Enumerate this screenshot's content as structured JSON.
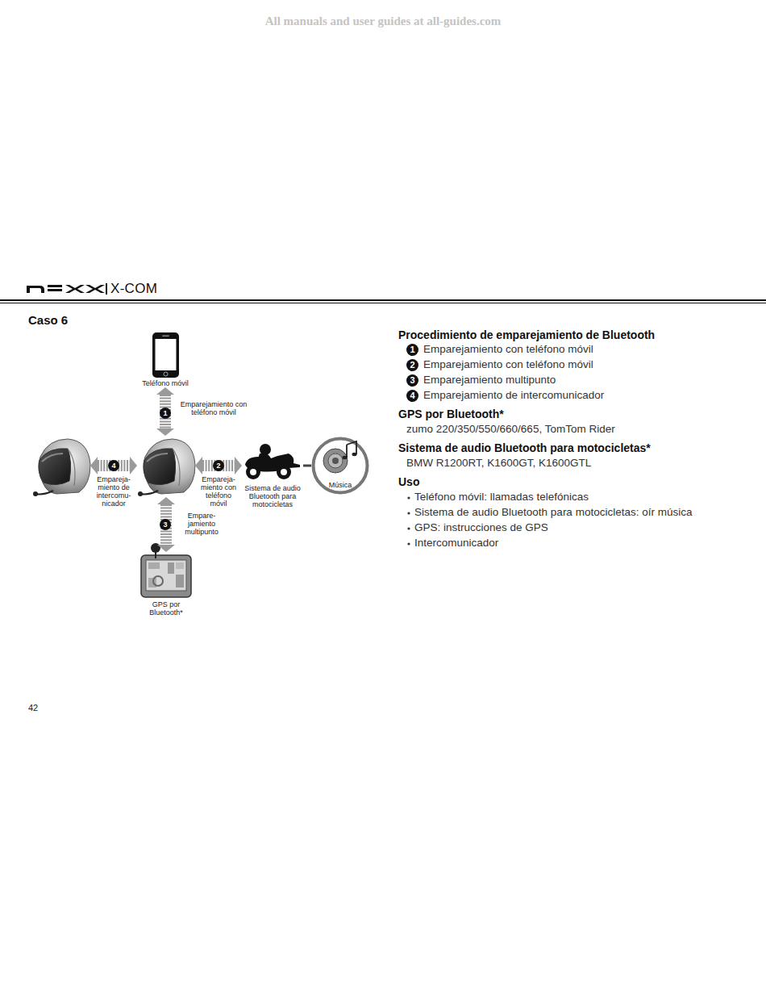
{
  "diagram": {
    "title": "Caso 6",
    "nodes": [
      {
        "text": [
          "Teléfono móvil"
        ]
      },
      {
        "text": []
      },
      {
        "text": []
      },
      {
        "text": [
          "Sistema de audio Bluetooth para motocicletas"
        ]
      },
      {
        "text": [
          "Música"
        ]
      },
      {
        "text": [
          "GPS por Bluetooth*"
        ]
      }
    ],
    "edges": [
      {
        "from": 0,
        "to": 2,
        "arrow": "both",
        "label": "Emparejamiento con teléfono móvil"
      },
      {
        "from": 1,
        "to": 2,
        "arrow": "both",
        "label": "Empareja- miento de intercomu- nicador"
      },
      {
        "from": 2,
        "to": 3,
        "arrow": "both",
        "label": "Empareja- miento con teléfono móvil"
      },
      {
        "from": 3,
        "to": 4,
        "arrow": "none"
      },
      {
        "from": 2,
        "to": 5,
        "arrow": "both",
        "label": "Empare- jamiento multipunto"
      }
    ],
    "labels": [
      "All manuals and user guides at all-guides.com",
      "X-COM",
      "1",
      "4",
      "2",
      "3",
      "Procedimiento de emparejamiento de Bluetooth",
      "1",
      "Emparejamiento con teléfono móvil",
      "2",
      "Emparejamiento con teléfono móvil",
      "3",
      "Emparejamiento multipunto",
      "4",
      "Emparejamiento de intercomunicador",
      "GPS por Bluetooth*",
      "zumo 220/350/550/660/665, TomTom Rider",
      "Sistema de audio Bluetooth para motocicletas*",
      "BMW R1200RT, K1600GT, K1600GTL",
      "Uso",
      "Teléfono móvil: llamadas telefónicas",
      "Sistema de audio Bluetooth para motocicletas: oír música",
      "GPS: instrucciones de GPS",
      "Intercomunicador",
      "42"
    ]
  }
}
